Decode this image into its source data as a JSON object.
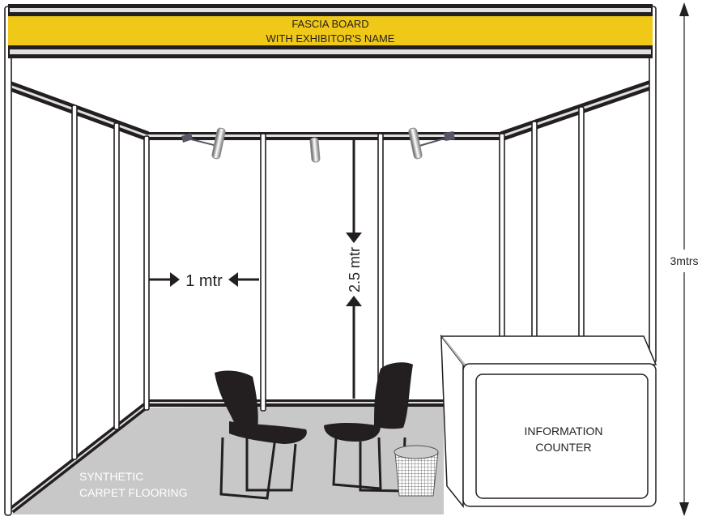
{
  "fascia": {
    "line1": "FASCIA BOARD",
    "line2": "WITH EXHIBITOR'S NAME"
  },
  "dimensions": {
    "width": "1 mtr",
    "wall_height": "2.5 mtr",
    "total_height": "3mtrs"
  },
  "floor": {
    "line1": "SYNTHETIC",
    "line2": "CARPET FLOORING"
  },
  "counter": {
    "line1": "INFORMATION",
    "line2": "COUNTER"
  },
  "colors": {
    "fascia": "#f0c918",
    "frame": "#231f20",
    "floor": "#c8c8c8",
    "stripe": "#e0e0e0"
  }
}
